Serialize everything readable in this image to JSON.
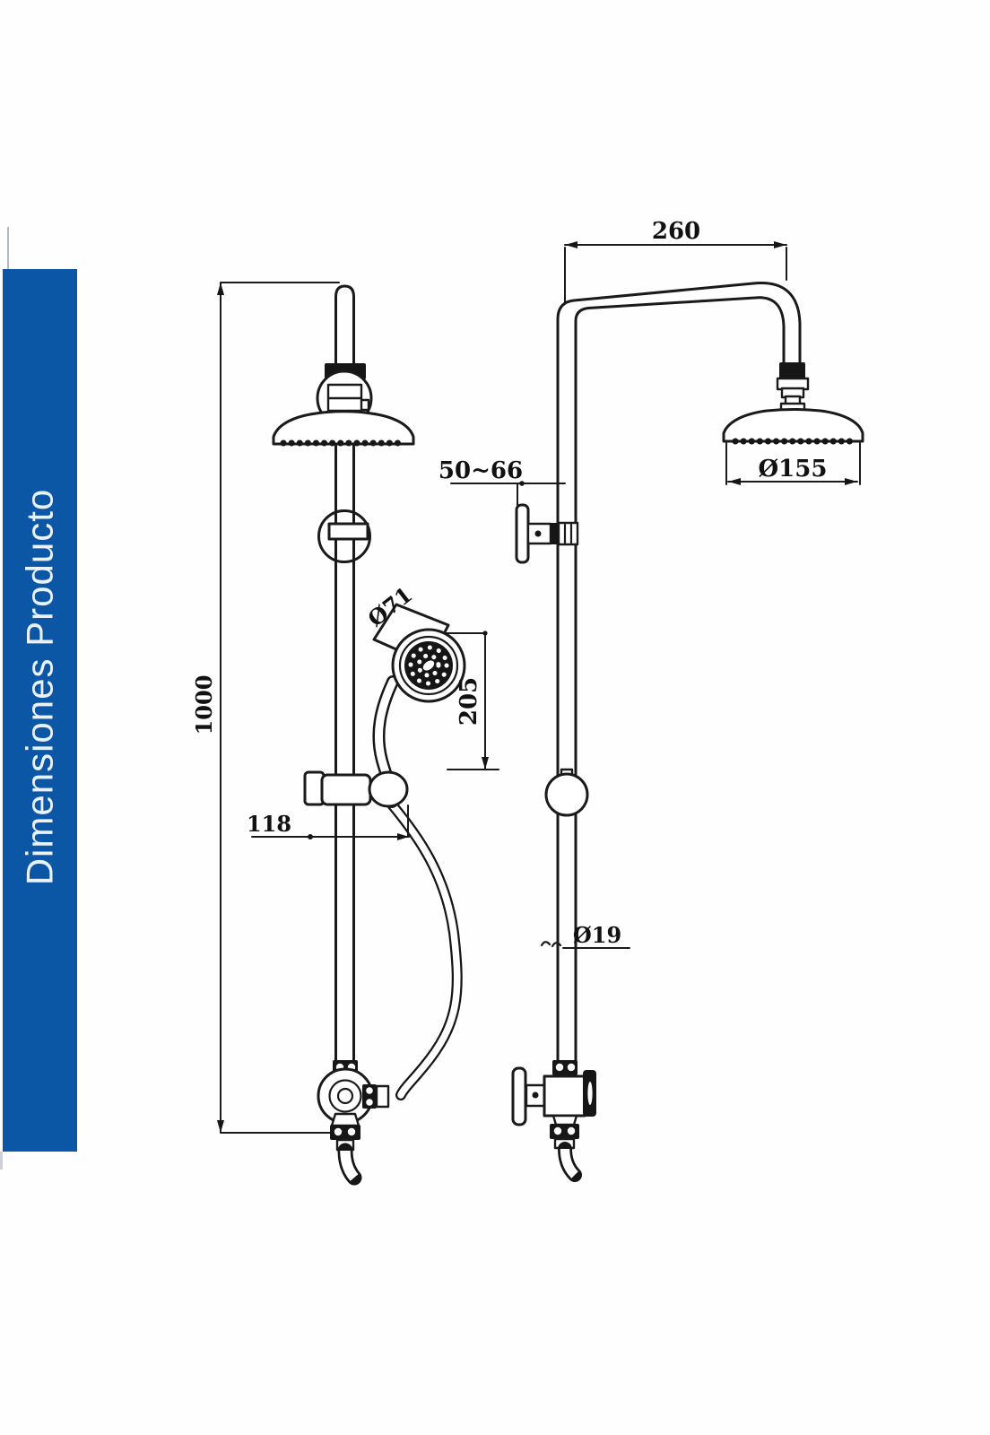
{
  "sidebar": {
    "label": "Dimensiones Producto",
    "bg_color": "#0b57a6",
    "text_color": "#e9f1fa"
  },
  "drawing": {
    "line_color": "#1a1a1a",
    "dims": {
      "arm_reach": "260",
      "wall_distance": "50~66",
      "head_diameter": "Ø155",
      "column_height": "1000",
      "hand_shower_diameter": "Ø71",
      "hand_shower_length": "205",
      "bracket_offset": "118",
      "pipe_diameter": "Ø19"
    }
  }
}
